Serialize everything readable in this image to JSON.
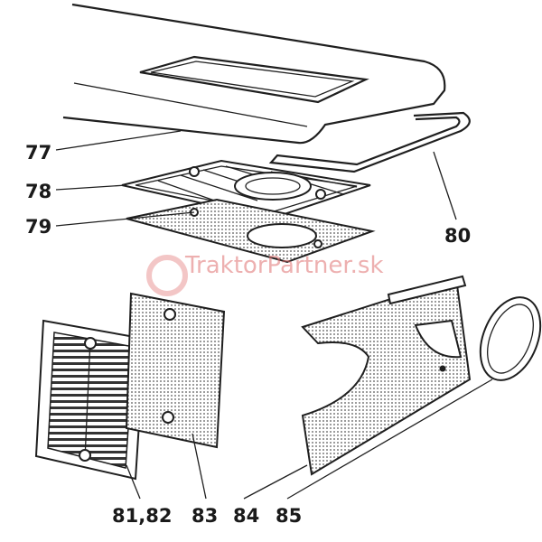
{
  "callouts": {
    "c77": "77",
    "c78": "78",
    "c79": "79",
    "c80": "80",
    "c8182": "81,82",
    "c83": "83",
    "c84": "84",
    "c85": "85"
  },
  "watermark": {
    "text": "TraktorPartner.sk",
    "color": "#e07070"
  }
}
